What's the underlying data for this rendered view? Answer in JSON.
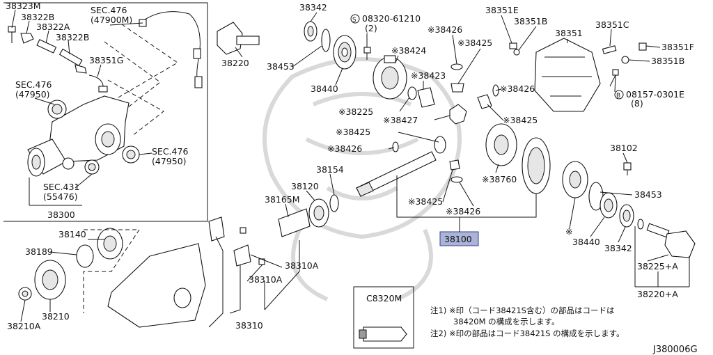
{
  "labels": {
    "l38323M": "38323M",
    "l38322B_a": "38322B",
    "l38322A": "38322A",
    "l38322B_b": "38322B",
    "lSec476a": "SEC.476",
    "lSec476a_num": "(47900M)",
    "l38351G": "38351G",
    "lSec476b": "SEC.476",
    "lSec476b_num": "(47950)",
    "lSec476c": "SEC.476",
    "lSec476c_num": "(47950)",
    "lSec431": "SEC.431",
    "lSec431_num": "(55476)",
    "l38300": "38300",
    "l38342a": "38342",
    "l38220a": "38220",
    "l38453a": "38453",
    "l38440a": "38440",
    "lBolt08320": "08320-61210",
    "lBolt08320_qty": "(2)",
    "l38424": "※38424",
    "l38426a": "※38426",
    "l38425a": "※38425",
    "l38423": "※38423",
    "l38225": "※38225",
    "l38427": "※38427",
    "l38425b": "※38425",
    "l38426b": "※38426",
    "l38425c": "※38425",
    "l38426c": "※38426",
    "l38760": "※38760",
    "l38425d": "※38425",
    "l38426d": "※38426",
    "l38351E": "38351E",
    "l38351B_a": "38351B",
    "l38351": "38351",
    "l38351C": "38351C",
    "l38351F": "38351F",
    "l38351B_b": "38351B",
    "lBolt08157": "08157-0301E",
    "lBolt08157_qty": "(8)",
    "l38102": "38102",
    "l38453b": "38453",
    "lStar": "※",
    "l38440b": "38440",
    "l38342b": "38342",
    "l38225A": "38225+A",
    "l38220A": "38220+A",
    "l38154": "38154",
    "l38120": "38120",
    "l38165M": "38165M",
    "l38100": "38100",
    "l38140": "38140",
    "l38189": "38189",
    "l38210": "38210",
    "l38210A": "38210A",
    "l38310": "38310",
    "l38310A_a": "38310A",
    "l38310A_b": "38310A",
    "lC8320M": "C8320M",
    "note1_line1": "注1) ※印（コード38421S含む）の部品はコードは",
    "note1_line2": "38420M の構成を示します。",
    "note2": "注2) ※印の部品はコード38421S の構成を示します。",
    "diagramCode": "J380006G"
  },
  "symbols": {
    "circled_s": "S",
    "circled_b": "B"
  },
  "colors": {
    "highlight_fill": "#a9b4d8",
    "highlight_stroke": "#37418a",
    "watermark": "#d9d9d9"
  }
}
